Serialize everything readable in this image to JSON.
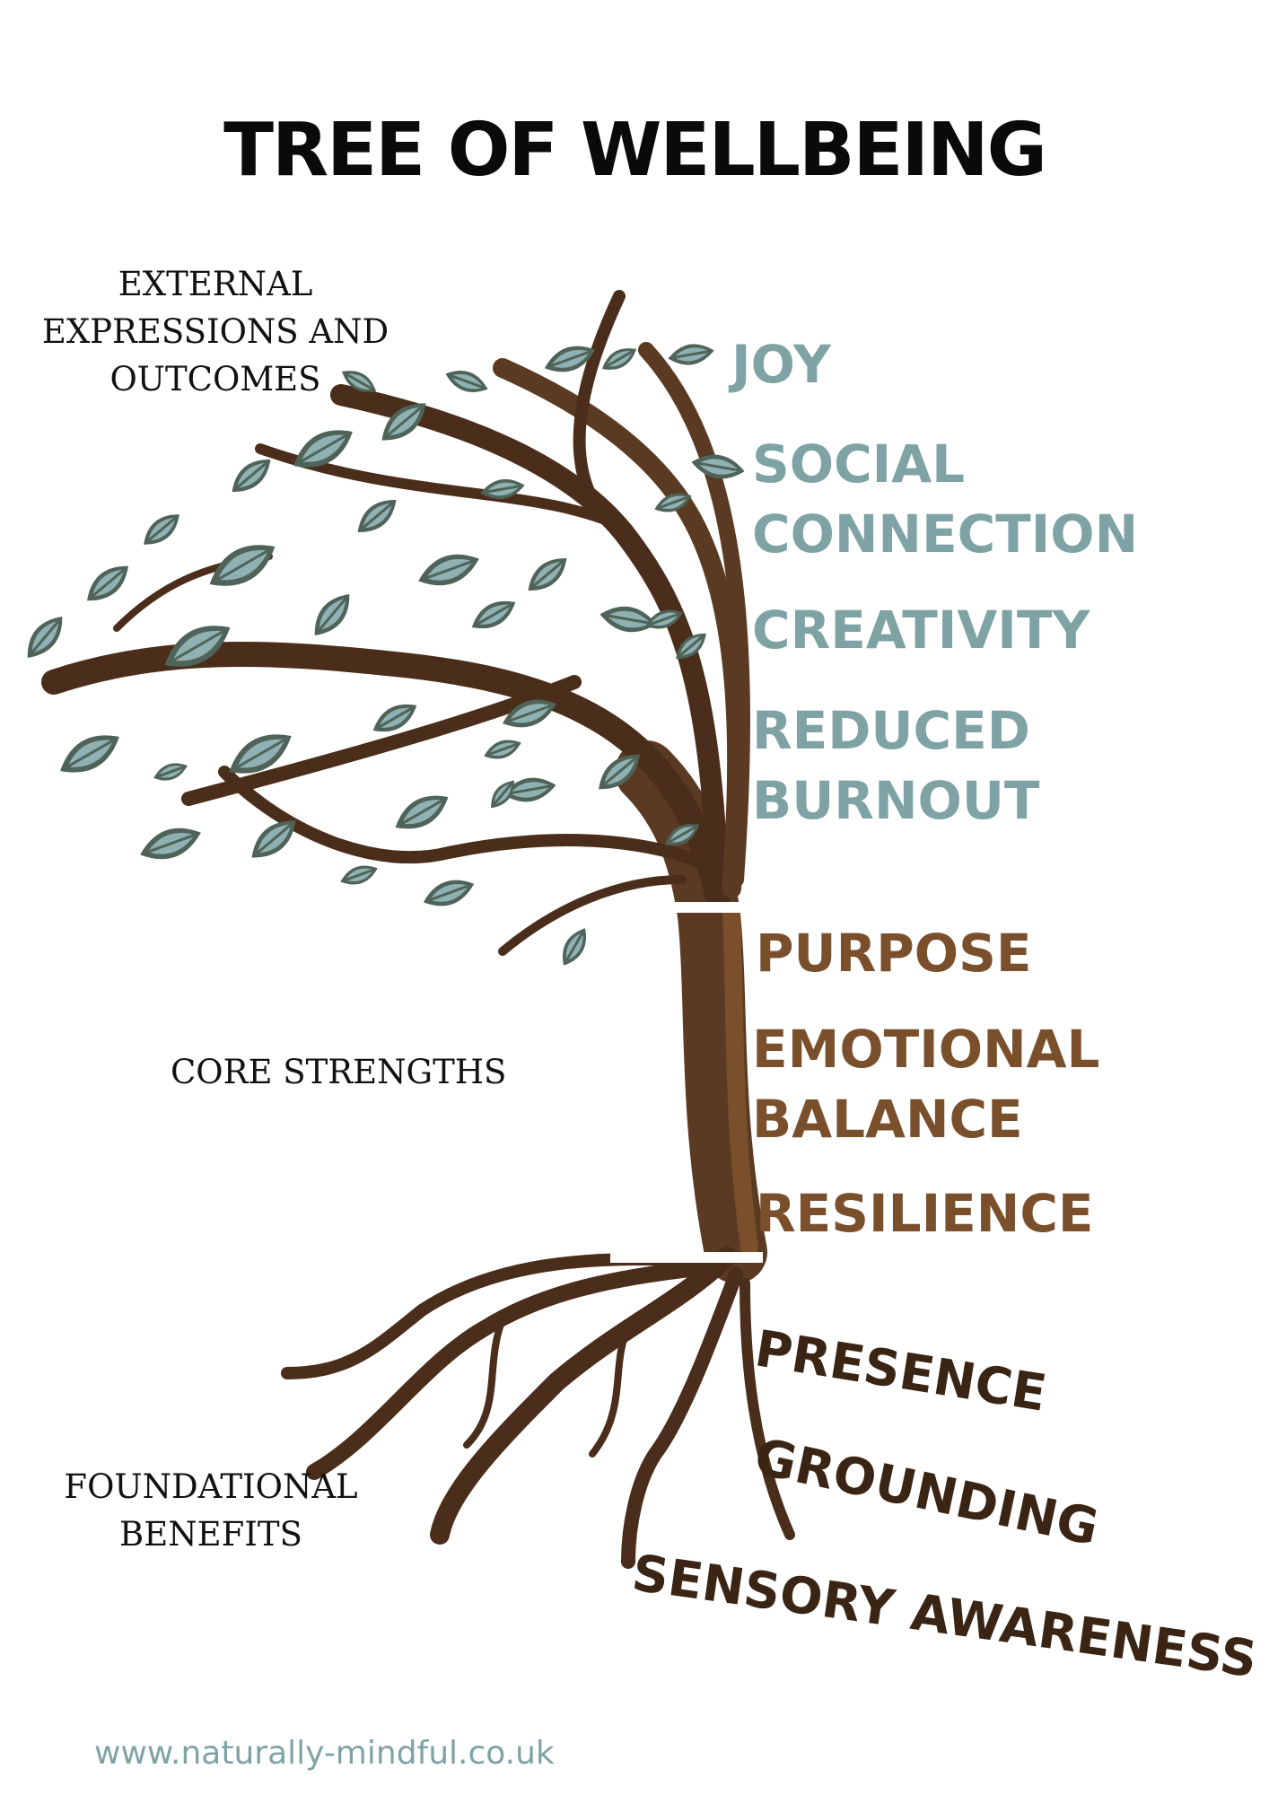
{
  "title": "TREE OF WELLBEING",
  "sections": {
    "outcomes_label": "EXTERNAL EXPRESSIONS AND OUTCOMES",
    "core_label": "CORE STRENGTHS",
    "foundation_label": "FOUNDATIONAL BENEFITS"
  },
  "outcomes": [
    "JOY",
    "SOCIAL CONNECTION",
    "CREATIVITY",
    "REDUCED BURNOUT"
  ],
  "core": [
    "PURPOSE",
    "EMOTIONAL BALANCE",
    "RESILIENCE"
  ],
  "foundation": [
    "PRESENCE",
    "GROUNDING",
    "SENSORY AWARENESS"
  ],
  "website": "www.naturally-mindful.co.uk",
  "colors": {
    "outcomes": "#7fa3a5",
    "core": "#7a4f2c",
    "foundation": "#3a2414",
    "leaf_dark": "#4f6358",
    "leaf_light": "#8fb1b3",
    "trunk": "#5a3a22"
  }
}
